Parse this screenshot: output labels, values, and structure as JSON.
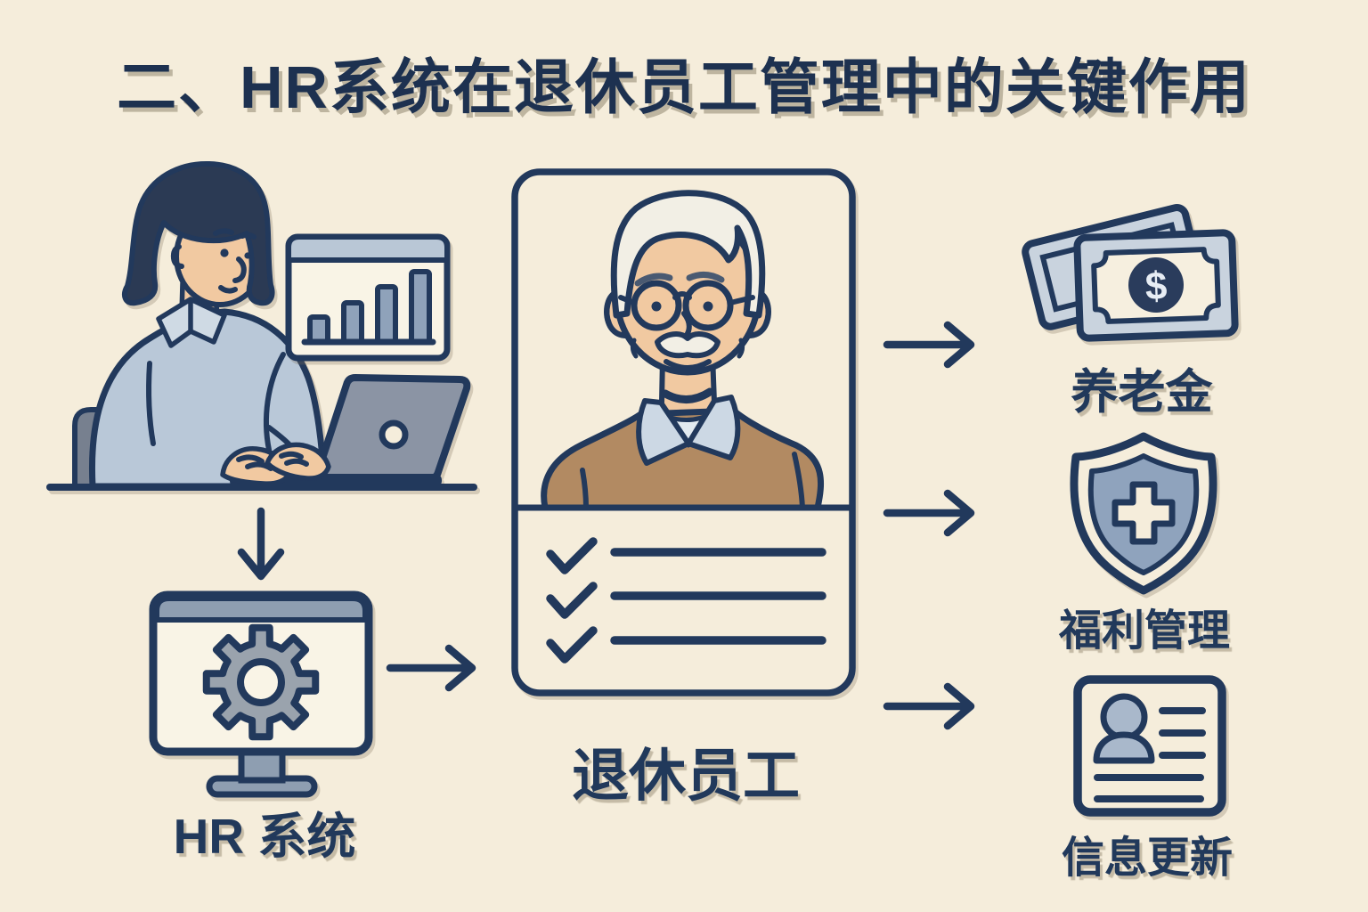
{
  "title": "二、HR系统在退休员工管理中的关键作用",
  "colors": {
    "background": "#f5eddb",
    "ink_outline": "#22395c",
    "text_navy": "#21395b",
    "panel_fill": "#f9f4e6",
    "steel_blue": "#8e9eb1",
    "light_blue": "#b9c7d6",
    "blue_gray": "#8fa2ba",
    "banknote_blue": "#c9d3de",
    "gear_gray": "#9aa3ad",
    "laptop_gray": "#8b94a4",
    "skin": "#f1c9a1",
    "shirt_blue": "#b9c8d8",
    "hair_dark": "#2b3a54",
    "hair_white": "#f2efe5",
    "sweater_brown": "#b28a62"
  },
  "flow": {
    "actor": {
      "icon": "hr-staff-at-laptop-illustration",
      "chart_icon": "bar-chart-icon"
    },
    "hr_system": {
      "label": "HR 系统",
      "icon": "monitor-gear-icon"
    },
    "retired_employee": {
      "label": "退休员工",
      "icon": "retiree-profile-card",
      "checklist_items": 3
    },
    "outputs": [
      {
        "label": "养老金",
        "icon": "banknotes-icon",
        "symbol": "$"
      },
      {
        "label": "福利管理",
        "icon": "shield-medical-cross-icon"
      },
      {
        "label": "信息更新",
        "icon": "profile-id-card-icon"
      }
    ]
  }
}
